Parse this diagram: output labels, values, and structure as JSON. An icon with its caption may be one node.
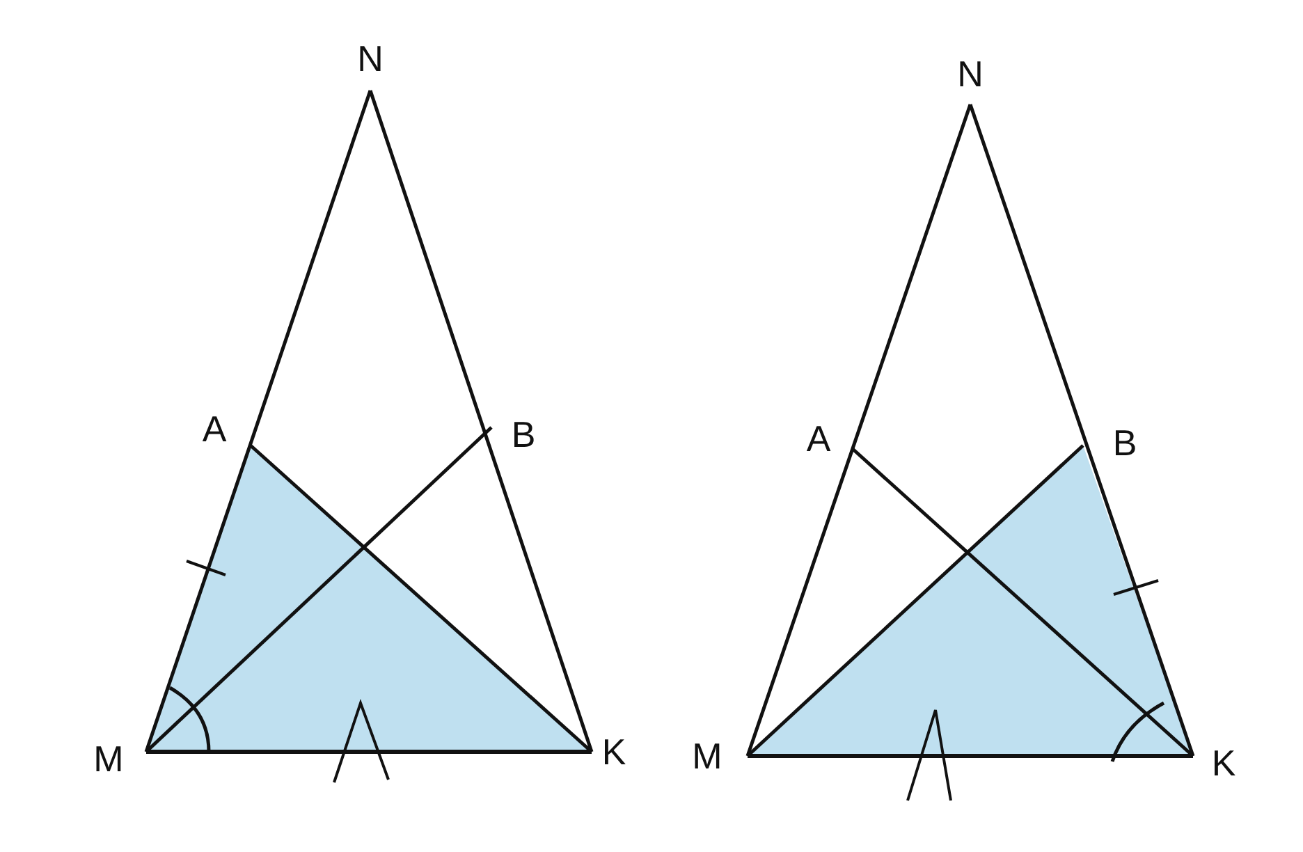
{
  "diagram": {
    "labels": [
      "N",
      "A",
      "B",
      "M",
      "K",
      "N",
      "A",
      "B",
      "M",
      "K"
    ]
  }
}
